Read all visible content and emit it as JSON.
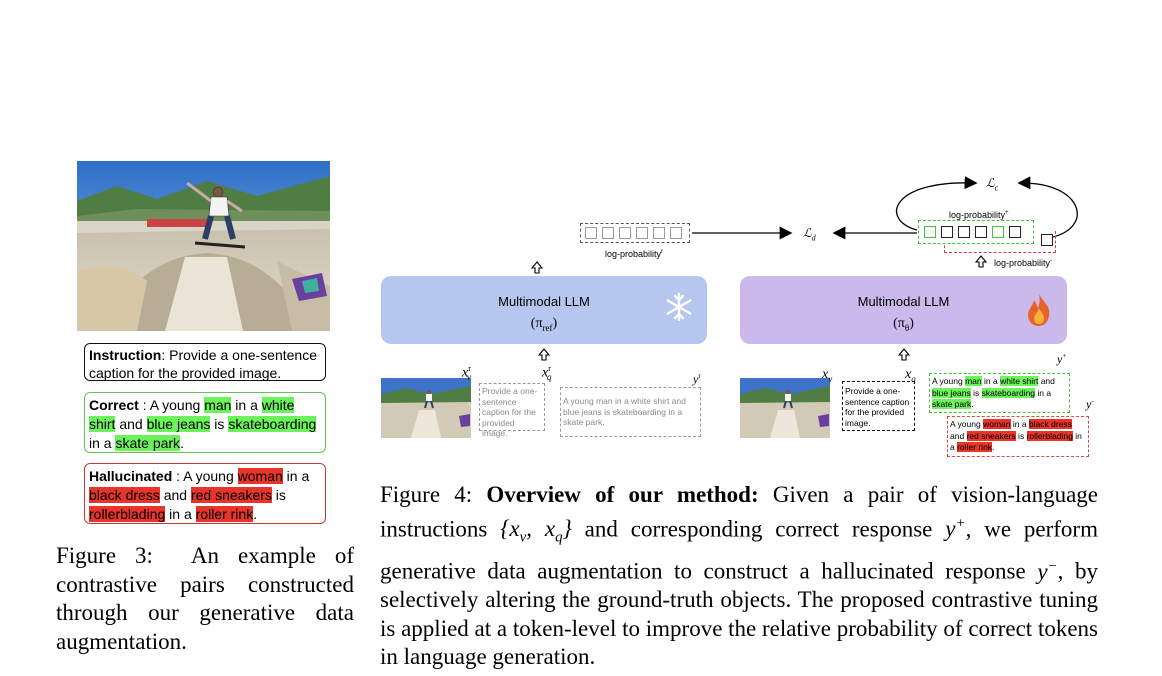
{
  "left": {
    "instruction": {
      "label": "Instruction",
      "text": ": Provide a one-sentence caption for the provided image."
    },
    "correct": {
      "label": "Correct",
      "parts": [
        {
          "t": ":  A young ",
          "h": ""
        },
        {
          "t": "man",
          "h": "g"
        },
        {
          "t": " in a ",
          "h": ""
        },
        {
          "t": "white shirt",
          "h": "g"
        },
        {
          "t": " and ",
          "h": ""
        },
        {
          "t": "blue jeans",
          "h": "g"
        },
        {
          "t": " is ",
          "h": ""
        },
        {
          "t": "skateboarding",
          "h": "g"
        },
        {
          "t": " in a ",
          "h": ""
        },
        {
          "t": "skate park",
          "h": "g"
        },
        {
          "t": ".",
          "h": ""
        }
      ]
    },
    "hallucinated": {
      "label": "Hallucinated",
      "parts": [
        {
          "t": ":  A young ",
          "h": ""
        },
        {
          "t": "woman",
          "h": "r"
        },
        {
          "t": " in a ",
          "h": ""
        },
        {
          "t": "black dress",
          "h": "r"
        },
        {
          "t": " and ",
          "h": ""
        },
        {
          "t": "red sneakers",
          "h": "r"
        },
        {
          "t": " is ",
          "h": ""
        },
        {
          "t": "rollerblading",
          "h": "r"
        },
        {
          "t": " in a  ",
          "h": ""
        },
        {
          "t": "roller rink",
          "h": "r"
        },
        {
          "t": ".",
          "h": ""
        }
      ]
    },
    "figure_label": "Figure 3:",
    "figure_caption": "An example of contrastive pairs constructed through our generative data augmentation."
  },
  "right": {
    "llm_left": {
      "title": "Multimodal LLM",
      "pi": "(π",
      "sub": "ref",
      "close": ")"
    },
    "llm_right": {
      "title": "Multimodal LLM",
      "pi": "(π",
      "sub": "θ",
      "close": ")"
    },
    "logprob_left": "log-probability",
    "logprob_left_sup": "r",
    "logprob_pos": "log-probability",
    "logprob_pos_sup": "+",
    "logprob_neg": "log-probability",
    "logprob_neg_sup": "-",
    "loss_d": "ℒ",
    "loss_d_sub": "d",
    "loss_c": "ℒ",
    "loss_c_sub": "c",
    "left_inputs": {
      "xv": "x",
      "xv_sup": "r",
      "xv_sub": "v",
      "xq": "x",
      "xq_sup": "r",
      "xq_sub": "q",
      "yr": "y",
      "yr_sup": "r",
      "instr_text": "Provide a one-sentence caption for the provided image.",
      "ref_text": "A young man in a white shirt and blue jeans is skateboarding in a skate park."
    },
    "right_inputs": {
      "xv": "x",
      "xv_sub": "v",
      "xq": "x",
      "xq_sub": "q",
      "ypos": "y",
      "ypos_sup": "+",
      "yneg": "y",
      "yneg_sup": "-",
      "instr_text": "Provide a one-sentence caption for the provided image.",
      "pos_parts": [
        {
          "t": "A young ",
          "h": ""
        },
        {
          "t": "man",
          "h": "g"
        },
        {
          "t": " in a ",
          "h": ""
        },
        {
          "t": "white shirt",
          "h": "g"
        },
        {
          "t": " and ",
          "h": ""
        },
        {
          "t": "blue jeans",
          "h": "g"
        },
        {
          "t": " is ",
          "h": ""
        },
        {
          "t": "skateboarding",
          "h": "g"
        },
        {
          "t": " in a ",
          "h": ""
        },
        {
          "t": "skate park",
          "h": "g"
        },
        {
          "t": ".",
          "h": ""
        }
      ],
      "neg_parts": [
        {
          "t": "A young ",
          "h": ""
        },
        {
          "t": "woman",
          "h": "r"
        },
        {
          "t": " in a ",
          "h": ""
        },
        {
          "t": "black dress",
          "h": "r"
        },
        {
          "t": " and ",
          "h": ""
        },
        {
          "t": "red sneakers",
          "h": "r"
        },
        {
          "t": " is ",
          "h": ""
        },
        {
          "t": "rollerblading",
          "h": "r"
        },
        {
          "t": " in a ",
          "h": ""
        },
        {
          "t": "roller rink",
          "h": "r"
        },
        {
          "t": ".",
          "h": ""
        }
      ]
    },
    "figure_label": "Figure 4:",
    "figure_bold": "Overview of our method:",
    "figure_caption_1": " Given a pair of vision-language instructions ",
    "figure_math_1": "{x",
    "figure_math_1_sub_v": "v",
    "figure_math_1_mid": ", x",
    "figure_math_1_sub_q": "q",
    "figure_math_1_close": "}",
    "figure_caption_2": " and corresponding correct response ",
    "figure_math_2": "y",
    "figure_math_2_sup": "+",
    "figure_caption_3": ", we perform generative data augmentation to construct a hallucinated response ",
    "figure_math_3": "y",
    "figure_math_3_sup": "−",
    "figure_caption_4": ", by selectively altering the ground-truth objects. The proposed contrastive tuning is applied at a token-level to improve the relative probability of correct tokens in language generation."
  }
}
